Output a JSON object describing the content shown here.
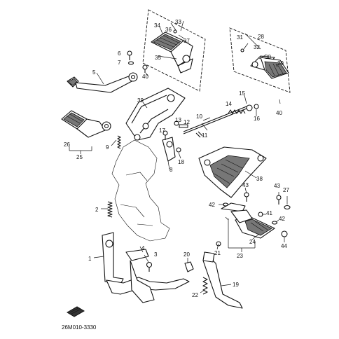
{
  "diagram_code": "26M010-3330",
  "callouts": {
    "c1": "1",
    "c2": "2",
    "c3": "3",
    "c4": "4",
    "c5": "5",
    "c6": "6",
    "c7": "7",
    "c8": "8",
    "c9": "9",
    "c10": "10",
    "c11": "11",
    "c12": "12",
    "c13": "13",
    "c14": "14",
    "c15": "15",
    "c16": "16",
    "c17": "17",
    "c18": "18",
    "c19": "19",
    "c20": "20",
    "c21": "21",
    "c22": "22",
    "c23": "23",
    "c24": "24",
    "c25": "25",
    "c26": "26",
    "c27": "27",
    "c28": "28",
    "c29": "29",
    "c30": "30",
    "c31": "31",
    "c32": "32",
    "c33": "33",
    "c34": "34",
    "c35": "35",
    "c36": "36",
    "c37": "37",
    "c38": "38",
    "c39": "39",
    "c40a": "40",
    "c40b": "40",
    "c41": "41",
    "c42a": "42",
    "c42b": "42",
    "c43a": "43",
    "c43b": "43",
    "c44": "44"
  }
}
